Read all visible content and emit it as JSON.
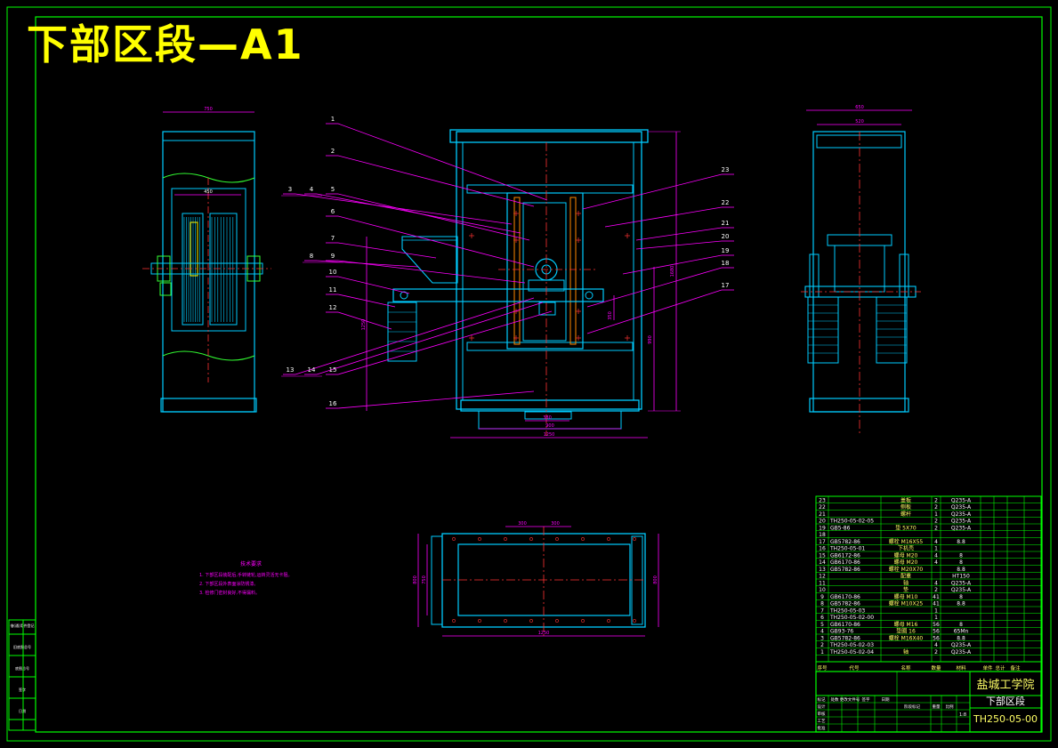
{
  "drawing": {
    "title": "下部区段—A1",
    "school": "盐城工学院",
    "part_name": "下部区段",
    "drawing_no": "TH250-05-00",
    "scale": "1:8"
  },
  "colors": {
    "background": "#000000",
    "frame": "#00ff00",
    "part": "#00ccff",
    "leader": "#ff00ff",
    "dim": "#ff00ff",
    "center": "#ff3333",
    "title": "#ffff00",
    "white": "#ffffff",
    "yellow": "#ffff66"
  },
  "part_numbers": [
    "1",
    "2",
    "3",
    "4",
    "5",
    "6",
    "7",
    "8",
    "9",
    "10",
    "11",
    "12",
    "13",
    "14",
    "15",
    "16",
    "17",
    "18",
    "19",
    "20",
    "21",
    "22",
    "23"
  ],
  "notes": {
    "heading": "技术要求",
    "lines": [
      "1. 下部区段装配后,手转链轮,运转灵活无卡阻。",
      "2. 下部区段外表面涂防锈漆。",
      "3. 检修门密封良好,不得漏料。"
    ]
  },
  "bom": [
    {
      "no": "23",
      "code": "",
      "name": "盖板",
      "qty": "2",
      "mat": "Q235-A"
    },
    {
      "no": "22",
      "code": "",
      "name": "侧板",
      "qty": "2",
      "mat": "Q235-A"
    },
    {
      "no": "21",
      "code": "",
      "name": "螺杆",
      "qty": "1",
      "mat": "Q235-A"
    },
    {
      "no": "20",
      "code": "TH250-05-02-05",
      "name": "",
      "qty": "2",
      "mat": "Q235-A"
    },
    {
      "no": "19",
      "code": "GB5-86",
      "name": "垫 5X70",
      "qty": "2",
      "mat": "Q235-A"
    },
    {
      "no": "18",
      "code": "",
      "name": "",
      "qty": "",
      "mat": ""
    },
    {
      "no": "17",
      "code": "GB5782-86",
      "name": "螺栓 M16X55",
      "qty": "4",
      "mat": "8.8"
    },
    {
      "no": "16",
      "code": "TH250-05-01",
      "name": "下机壳",
      "qty": "1",
      "mat": ""
    },
    {
      "no": "15",
      "code": "GB6172-86",
      "name": "螺母 M20",
      "qty": "4",
      "mat": "8"
    },
    {
      "no": "14",
      "code": "GB6170-86",
      "name": "螺母 M20",
      "qty": "4",
      "mat": "8"
    },
    {
      "no": "13",
      "code": "GB5782-86",
      "name": "螺栓 M20X70",
      "qty": "",
      "mat": "8.8"
    },
    {
      "no": "12",
      "code": "",
      "name": "配重",
      "qty": "",
      "mat": "HT150"
    },
    {
      "no": "11",
      "code": "",
      "name": "轴",
      "qty": "4",
      "mat": "Q235-A"
    },
    {
      "no": "10",
      "code": "",
      "name": "垫",
      "qty": "2",
      "mat": "Q235-A"
    },
    {
      "no": "9",
      "code": "GB6170-86",
      "name": "螺母 M10",
      "qty": "41",
      "mat": "8"
    },
    {
      "no": "8",
      "code": "GB5782-86",
      "name": "螺栓 M10X25",
      "qty": "41",
      "mat": "8.8"
    },
    {
      "no": "7",
      "code": "TH250-05-03",
      "name": "",
      "qty": "1",
      "mat": ""
    },
    {
      "no": "6",
      "code": "TH250-05-02-00",
      "name": "",
      "qty": "1",
      "mat": ""
    },
    {
      "no": "5",
      "code": "GB6170-86",
      "name": "螺母 M16",
      "qty": "56",
      "mat": "8"
    },
    {
      "no": "4",
      "code": "GB93-76",
      "name": "垫圈 16",
      "qty": "56",
      "mat": "65Mn"
    },
    {
      "no": "3",
      "code": "GB5782-86",
      "name": "螺栓 M16X40",
      "qty": "56",
      "mat": "8.8"
    },
    {
      "no": "2",
      "code": "TH250-05-02-03",
      "name": "",
      "qty": "4",
      "mat": "Q235-A"
    },
    {
      "no": "1",
      "code": "TH250-05-02-04",
      "name": "轴",
      "qty": "2",
      "mat": "Q235-A"
    }
  ],
  "bom_header": [
    "序号",
    "代号",
    "名称",
    "数量",
    "材料",
    "单件",
    "总计",
    "备注"
  ],
  "title_block": {
    "labels": [
      "标记",
      "处数",
      "更改文件号",
      "签字",
      "日期",
      "设计",
      "审核",
      "工艺",
      "批准",
      "阶段标记",
      "重量",
      "比例"
    ]
  },
  "left_side_labels": [
    "借(通)用件登记",
    "旧底图总号",
    "底图总号",
    "签字",
    "日期"
  ],
  "dims": {
    "side_top": "750",
    "side_inner": "450",
    "front_bottom1": "380",
    "front_bottom2": "900",
    "front_bottom3": "1250",
    "front_height": "1680",
    "front_side": "1250",
    "front_side2": "990",
    "front_arm": "350",
    "right_top1": "650",
    "right_top2": "520",
    "plan_top1": "300",
    "plan_top2": "300",
    "plan_bottom": "1250",
    "plan_left1": "800",
    "plan_left2": "750",
    "plan_right": "800"
  }
}
